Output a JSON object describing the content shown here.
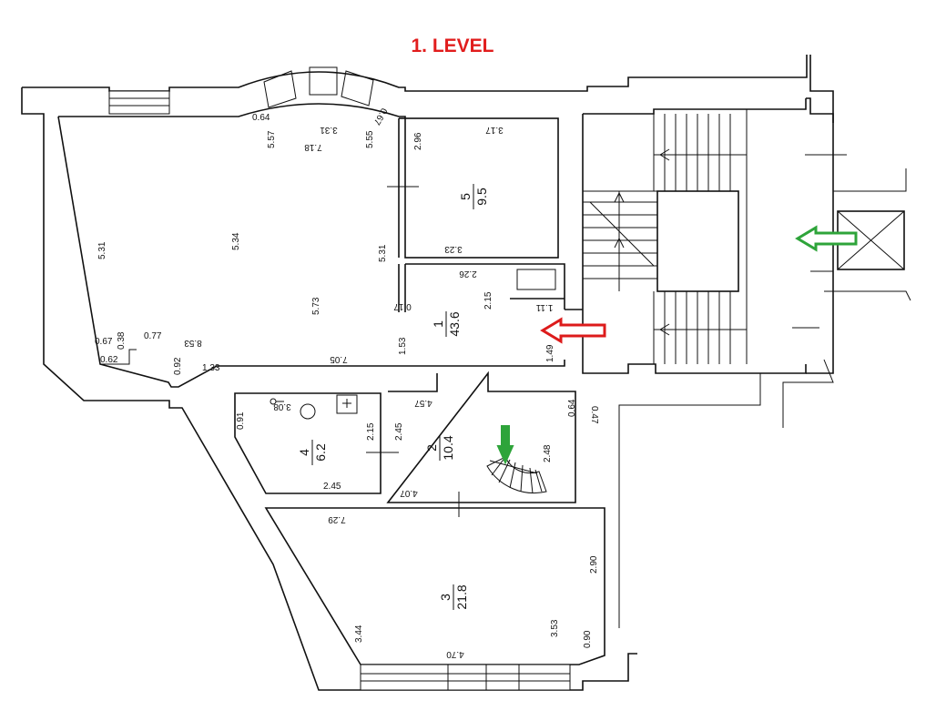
{
  "title": "1. LEVEL",
  "colors": {
    "title": "#e11d1d",
    "entry_arrow": "#dd1b1b",
    "stair_arrow": "#2ea43a",
    "lines": "#111111"
  },
  "rooms": [
    {
      "number": "1",
      "area": "43.6"
    },
    {
      "number": "2",
      "area": "10.4"
    },
    {
      "number": "3",
      "area": "21.8"
    },
    {
      "number": "4",
      "area": "6.2"
    },
    {
      "number": "5",
      "area": "9.5"
    }
  ],
  "dimensions": {
    "d0_64": "0.64",
    "d5_57": "5.57",
    "d3_31": "3.31",
    "d7_18": "7.18",
    "d5_55": "5.55",
    "d0_67": "0.67",
    "d2_96": "2.96",
    "d3_17": "3.17",
    "d5_31a": "5.31",
    "d5_34": "5.34",
    "d5_31b": "5.31",
    "d3_23": "3.23",
    "d2_26": "2.26",
    "d2_15a": "2.15",
    "d0_17": "0.17",
    "d5_73": "5.73",
    "d1_11": "1.11",
    "d0_67b": "0.67",
    "d0_38": "0.38",
    "d0_77": "0.77",
    "d8_53": "8.53",
    "d0_62": "0.62",
    "d0_92": "0.92",
    "d1_33": "1.33",
    "d7_05": "7.05",
    "d1_53": "1.53",
    "d1_49": "1.49",
    "d3_08": "3.08",
    "d0_91": "0.91",
    "d2_15b": "2.15",
    "d2_45a": "2.45",
    "d4_57": "4.57",
    "d0_64b": "0.64",
    "d0_47": "0.47",
    "d2_45b": "2.45",
    "d2_48": "2.48",
    "d4_07": "4.07",
    "d7_29": "7.29",
    "d2_90": "2.90",
    "d3_44": "3.44",
    "d3_53": "3.53",
    "d0_90": "0.90",
    "d4_70": "4.70"
  },
  "icons": {
    "entry_arrow": "red-entry-arrow-icon",
    "stair_arrow_right": "green-arrow-icon",
    "stair_arrow_room2": "green-down-arrow-icon",
    "lift": "elevator-shaft-icon"
  }
}
